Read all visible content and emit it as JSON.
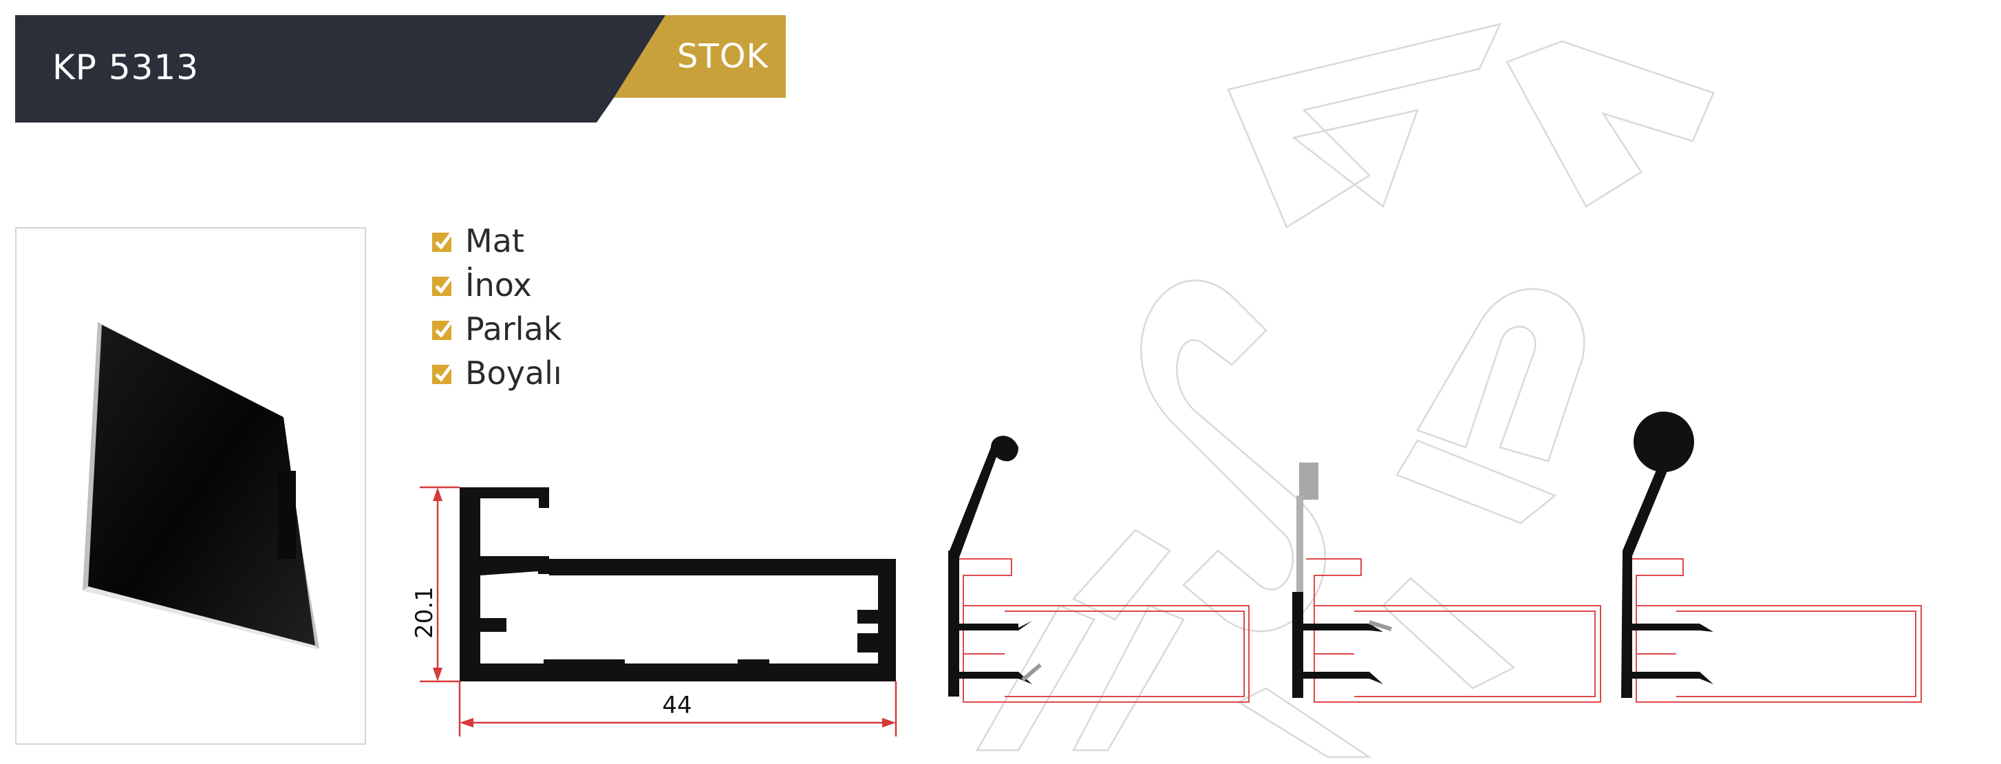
{
  "header": {
    "product_code": "KP 5313",
    "badge": "STOK",
    "bar_color": "#2b2f3a",
    "badge_color": "#c9a13a"
  },
  "finishes": [
    {
      "label": "Mat",
      "checked": true
    },
    {
      "label": "İnox",
      "checked": true
    },
    {
      "label": "Parlak",
      "checked": true
    },
    {
      "label": "Boyalı",
      "checked": true
    }
  ],
  "drawing": {
    "height_dimension": "20.1",
    "width_dimension": "44",
    "dimension_color": "#d63a3a",
    "profile_color": "#111111",
    "assembly_color": "#e04848"
  },
  "icons": {
    "check": "checkbox-checked-icon",
    "watermark": "brand-watermark"
  }
}
